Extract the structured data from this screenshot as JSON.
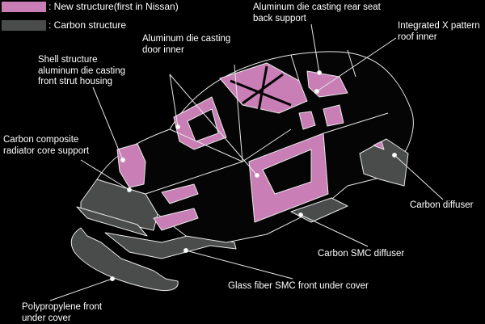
{
  "colors": {
    "new_structure": "#c97fb5",
    "carbon_structure": "#4a4c4b",
    "outline": "#e8e8e8",
    "background": "#000000"
  },
  "legend": [
    {
      "label": ": New structure(first in Nissan)",
      "color_key": "new_structure"
    },
    {
      "label": ": Carbon structure",
      "color_key": "carbon_structure"
    }
  ],
  "callouts": {
    "rear_seat_back_support": [
      "Aluminum die casting rear seat",
      "back support"
    ],
    "x_pattern_roof_inner": [
      "Integrated X pattern",
      "roof  inner"
    ],
    "door_inner": [
      "Aluminum die casting",
      "door inner"
    ],
    "front_strut_housing": [
      "Shell structure",
      "aluminum die casting",
      "front strut housing"
    ],
    "radiator_core_support": [
      "Carbon composite",
      "radiator core support"
    ],
    "carbon_diffuser": [
      "Carbon diffuser"
    ],
    "carbon_smc_diffuser": [
      "Carbon SMC diffuser"
    ],
    "glass_fiber_front_under_cover": [
      "Glass fiber  SMC front under cover"
    ],
    "polypropylene_front_under_cover": [
      "Polypropylene front",
      "under cover"
    ]
  }
}
